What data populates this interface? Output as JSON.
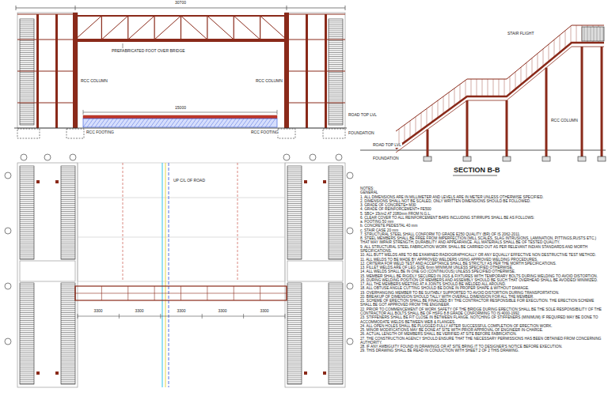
{
  "diagram": {
    "labels": [
      "PREFABRICATED FOOT OVER BRIDGE",
      "RCC COLUMN",
      "RCC COLUMN",
      "RCC FOOTING",
      "RCC FOOTING",
      "ROAD TOP LVL",
      "FOUNDATION",
      "30700",
      "15000",
      "UP C/L OF ROAD",
      "3300",
      "3300",
      "3300",
      "3300",
      "3300",
      "STAIR FLIGHT",
      "RCC COLUMN",
      "ROAD TOP LVL",
      "FOUNDATION",
      "SECTION B-B",
      "NOTES:",
      "GENERAL",
      "1. ALL DIMENSIONS ARE IN MILLIMETER AND LEVELS ARE IN METER UNLESS OTHERWISE SPECIFIED.",
      "2. DIMENSIONS SHALL NOT BE SCALED, ONLY WRITTEN DIMENSIONS SHOULD BE FOLLOWED.",
      "3. GRADE OF CONCRETE= M30",
      "4. GRADE OF REINFORCEMENT= FE500",
      "5. SBC= 15t/m2 AT 2080mm FROM N.G.L.",
      "6. CLEAR COVER TO ALL REINFORCEMENT BARS INCLUDING STIRRUPS SHALL BE AS FOLLOWS:",
      "a. FOOTING 50 mm",
      "b. CONCRETE PEDESTAL 40 mm",
      "c. STAIR CASE 20 mm",
      "7. STRUCTURAL STEEL SHALL CONFORM TO GRADE E250 QUALITY (BR) OF IS 2062-2011.",
      "8. STEEL MEMBERS SHALL BE FREE FROM IMPERFECTION (MILL SCALES, SLAG INTRUSIONS, LAMINATION, PITTINGS,RUSTS ETC.) THAT MAY IMPAIR STRENGTH, DURABILITY AND APPEARANCE. ALL MATERIALS SHALL BE OF TESTED QUALITY.",
      "9. ALL STRUCTURAL STEEL FABRICATION WORK SHALL BE CARRIED OUT AS PER RELEVANT INDIAN STANDARDS AND MORTH SPECIFICATIONS.",
      "10. ALL BUTT WELDS ARE TO BE EXAMINED RADIOGRAPHICALLY OR ANY EQUALLY EFFECTIVE NON DESTRUCTIVE TEST METHOD.",
      "11. ALL WELDS TO BE MADE BY APPROVED WELDERS USING APPROVED WELDING PROCEDURES.",
      "12. CRITERIA FOR WELD TEST AND ACCEPTANCE SHALL BE STRICTLY AS PER THE MORTH SPECIFICATIONS.",
      "13. FILLET WELDS ARE OF LEG SIZE 6mm MINIMUM UNLESS SPECIFIED OTHERWISE.",
      "14. ALL WELDS SHALL BE IN ONE GO (CONTINUOUS) UNLESS SPECIFIED OTHERWISE.",
      "15. MEMBER SHALL BE RIGIDLY SECURED IN JIGS & FIXTURES WITH TEMPORARY BOLTS DURING WELDING TO AVOID DISTORTION.",
      "16. DURING WELDING POSITION OF MEMBERS AND ASSEMBLY SHOULD BE SUCH THAT OVERHEAD SHALL BE AVOIDED/ MINIMIZED.",
      "17. ALL THE MEMBERS MEETING AT A JOINTS SHOULD BE WELDED ALL AROUND.",
      "18. ALL OBTUSE ANGLE CUTTING SHOULD BE DONE IN PROPER SHAPE & WITHOUT DAMAGE.",
      "19. OVERHANGING MEMBER TO BE SUITABLY SUPPORTED TO AVOID DISTORTION DURING TRANSPORTATION.",
      "20. BREAKUP OF DIMENSION SHOULD TALLY WITH OVERALL DIMENSION FOR ALL THE MEMBER.",
      "21. SCHEME OF ERECTION SHALL BE FINALIZED BY THE CONTRACTOR RESPONSIBLE FOR EXECUTION. THE ERECTION SCHEME SHALL BE GOT APPROVED FROM THE ENGINEER.",
      "22. PRIOR TO COMMENCEMENT OF WORK SAFETY OF THE BRIDGE DURING ERECTION SHALL BE THE SOLE RESPONSIBILITY OF THE CONTRACTOR ALL BOLTS SHALL BE OF HSFG 8.8 GRADE CONFORMING TO IS:4000-1992.",
      "23. STIFFENERS SHALL BE FIT CLOSE IN BETWEEN FLANGE. NOTCHING OF STIFFENERS (MINIMUM) IF REQUIRED MAY BE DONE TO ACCOMMODATE WELDS BETWEEN WEB & FLANGES.",
      "24. ALL OPEN HOLES SHALL BE PLUGGED FULLY AFTER SUCCESSFUL COMPLETION OF ERECTION WORK.",
      "25. MINOR MODIFICATIONS MAY BE DONE AT SITE WITH PRIOR APPROVAL OF ENGINEER IN-CHARGE.",
      "26. ACTUAL LENGTH OF MEMBERS SHALL BE VERIFIED AT SITE BEFORE FABRICATION.",
      "27. THE CONSTRUCTION AGENCY SHOULD ENSURE THAT THE NECESSARY PERMISSIONS HAS BEEN OBTAINED FROM CONCERNING AUTHORITY.",
      "28. IF ANY AMBIGUITY FOUND IN DRAWINGS OR AT SITE BRING IT TO DESIGNER'S NOTICE BEFORE EXECUTION.",
      "29. THIS DRAWING SHALL BE READ IN CONJUCTION WITH SHEET 2 OF 2 THIS DRAWING."
    ]
  }
}
